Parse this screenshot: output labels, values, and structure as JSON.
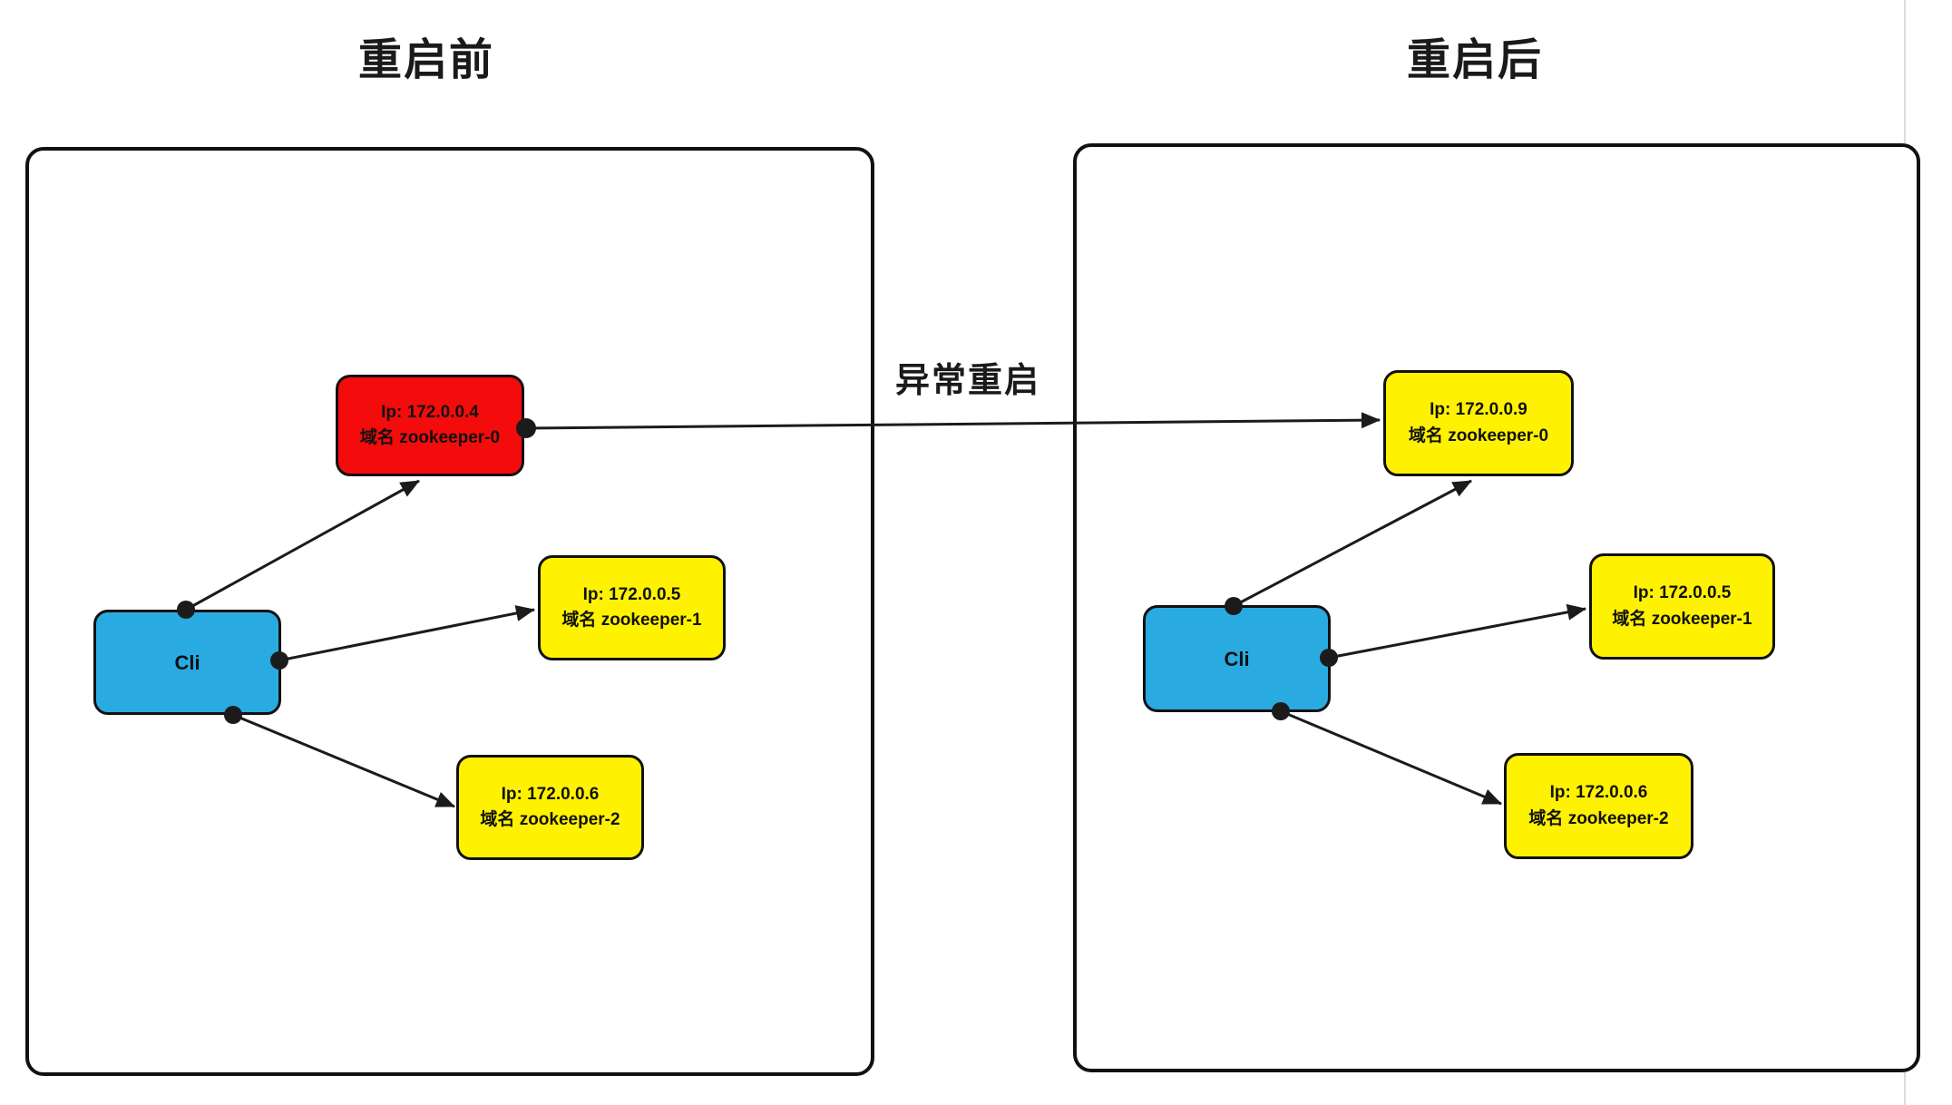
{
  "diagram": {
    "panels": [
      {
        "title": "重启前",
        "cli_label": "Cli",
        "nodes": [
          {
            "id": "zookeeper-0",
            "line1": "Ip: 172.0.0.4",
            "line2": "域名 zookeeper-0",
            "color": "#F40B0B",
            "status": "abnormal"
          },
          {
            "id": "zookeeper-1",
            "line1": "Ip: 172.0.0.5",
            "line2": "域名 zookeeper-1",
            "color": "#FFF200",
            "status": "normal"
          },
          {
            "id": "zookeeper-2",
            "line1": "Ip: 172.0.0.6",
            "line2": "域名 zookeeper-2",
            "color": "#FFF200",
            "status": "normal"
          }
        ]
      },
      {
        "title": "重启后",
        "cli_label": "Cli",
        "nodes": [
          {
            "id": "zookeeper-0",
            "line1": "Ip: 172.0.0.9",
            "line2": "域名 zookeeper-0",
            "color": "#FFF200",
            "status": "normal"
          },
          {
            "id": "zookeeper-1",
            "line1": "Ip: 172.0.0.5",
            "line2": "域名 zookeeper-1",
            "color": "#FFF200",
            "status": "normal"
          },
          {
            "id": "zookeeper-2",
            "line1": "Ip: 172.0.0.6",
            "line2": "域名 zookeeper-2",
            "color": "#FFF200",
            "status": "normal"
          }
        ]
      }
    ],
    "transition": {
      "label": "异常重启",
      "from": "left zookeeper-0",
      "to": "right zookeeper-0"
    },
    "edges": [
      {
        "panel": "left",
        "from": "Cli",
        "to": "zookeeper-0"
      },
      {
        "panel": "left",
        "from": "Cli",
        "to": "zookeeper-1"
      },
      {
        "panel": "left",
        "from": "Cli",
        "to": "zookeeper-2"
      },
      {
        "panel": "right",
        "from": "Cli",
        "to": "zookeeper-0"
      },
      {
        "panel": "right",
        "from": "Cli",
        "to": "zookeeper-1"
      },
      {
        "panel": "right",
        "from": "Cli",
        "to": "zookeeper-2"
      }
    ],
    "colors": {
      "node_blue": "#29ABE2",
      "node_yellow": "#FFF200",
      "node_red": "#F40B0B",
      "line": "#1b1b1b",
      "panel_border": "#111111",
      "guide_line": "#dcdcdc"
    }
  }
}
